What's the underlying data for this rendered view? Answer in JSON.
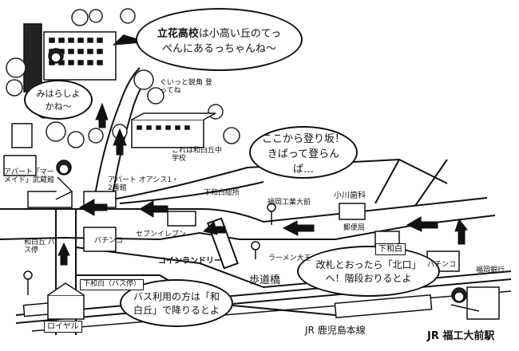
{
  "bubbles": {
    "school": {
      "name": "立花高校",
      "text": "は小高い丘のてっぺんにあるっちゃんね〜"
    },
    "view": {
      "text": "みはらしよかね〜"
    },
    "slope": {
      "text": "ここから登り坂！きばって登らんば…"
    },
    "bus": {
      "text": "バス利用の方は「和白丘」で降りるとよ"
    },
    "gate": {
      "text": "改札とおったら「北口」へ！階段おりるとよ"
    }
  },
  "labels": {
    "corner": "ぐいっと鋭角 登ってね",
    "middle_school": "これは和白丘中学校",
    "mermaid": "アパート「マーメイド」武蔵館",
    "oasis": "アパート オアシス1・2番館",
    "shimowajiro_office": "下和白総所",
    "shimowajiro_stop": "下和白（バス停）",
    "wajirogaoka_stop": "和白丘 バス停",
    "pachinko1": "パチンコ",
    "pachinko2": "パチンコ",
    "seven": "セブンイレブン",
    "coin": "コインランドリー",
    "ramen": "ラーメン大王",
    "footbridge": "歩道橋",
    "post": "郵便局",
    "shimowajiro_box": "下和白",
    "fit_stop": "福岡工業大前",
    "dental": "小川歯科",
    "bank": "福岡銀行",
    "royal": "ロイヤル",
    "line": "JR 鹿児島本線",
    "station": "JR 福工大前駅"
  },
  "colors": {
    "ink": "#111111",
    "paper": "#ffffff",
    "tree": "#222222"
  }
}
